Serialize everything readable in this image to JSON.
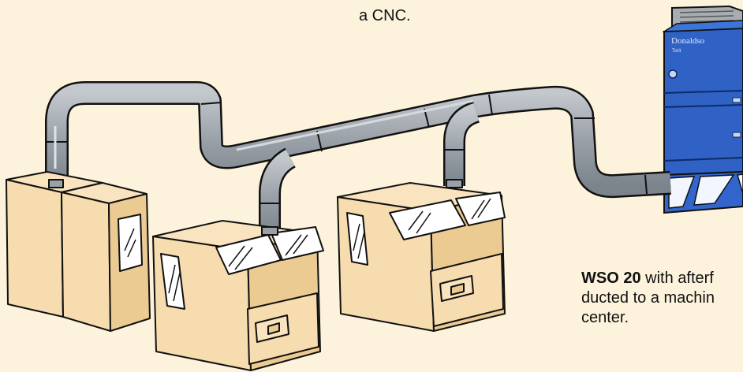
{
  "captions": {
    "top": "a CNC.",
    "right_bold": "WSO 20",
    "right_line1_rest": " with afterf",
    "right_line2": "ducted to a machin",
    "right_line3": "center."
  },
  "collector": {
    "brand": "Donaldso",
    "sub": "Torit"
  },
  "colors": {
    "background": "#fdf3dc",
    "machine_fill": "#f6dcae",
    "duct_fill": "#9aa1a8",
    "collector_blue": "#2f62c4",
    "window_fill": "#ffffff",
    "outline": "#111111"
  }
}
